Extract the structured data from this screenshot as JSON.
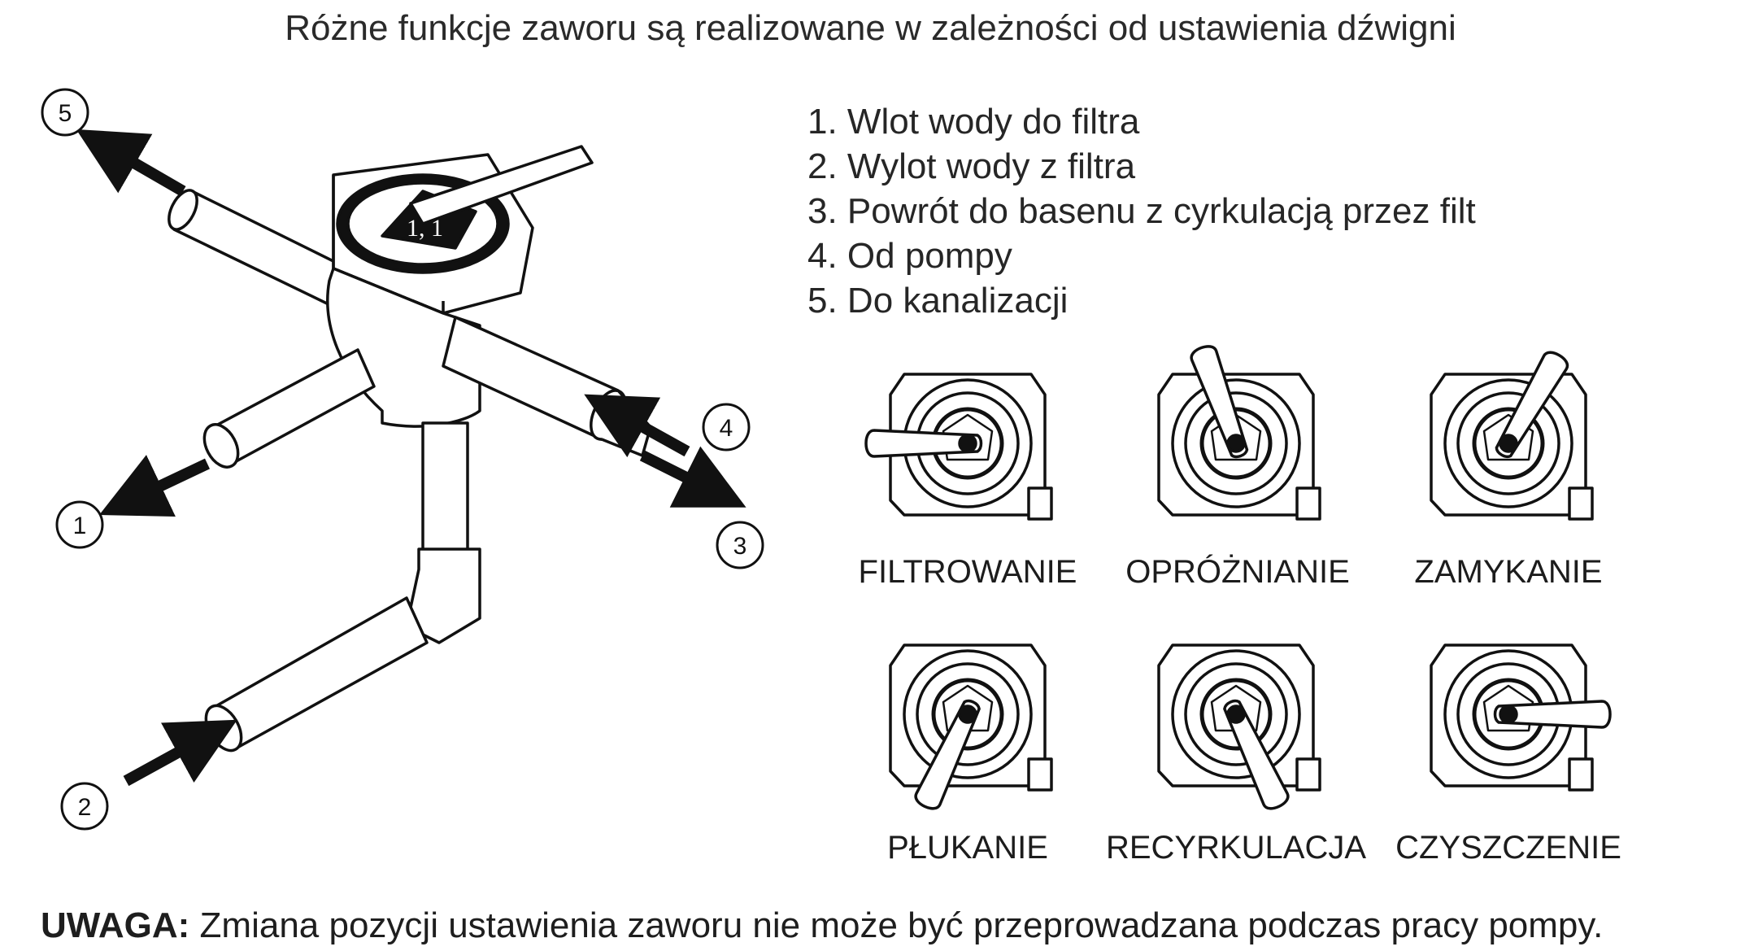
{
  "title": "Różne funkcje zaworu są realizowane w zależności od ustawienia dźwigni",
  "legend": [
    "1. Wlot wody do filtra",
    "2. Wylot wody z filtra",
    "3. Powrót do basenu z cyrkulacją przez filt",
    "4. Od pompy",
    "5. Do kanalizacji"
  ],
  "callouts": [
    "1",
    "2",
    "3",
    "4",
    "5"
  ],
  "valve_label": "1, 1",
  "positions": [
    {
      "label": "FILTROWANIE",
      "lever": "left"
    },
    {
      "label": "OPRÓŻNIANIE",
      "lever": "up-left"
    },
    {
      "label": "ZAMYKANIE",
      "lever": "up-right"
    },
    {
      "label": "PŁUKANIE",
      "lever": "down-left"
    },
    {
      "label": "RECYRKULACJA",
      "lever": "down-right"
    },
    {
      "label": "CZYSZCZENIE",
      "lever": "right"
    }
  ],
  "note": {
    "label": "UWAGA:",
    "text": "Zmiana pozycji ustawienia zaworu nie może być przeprowadzana podczas pracy pompy."
  }
}
